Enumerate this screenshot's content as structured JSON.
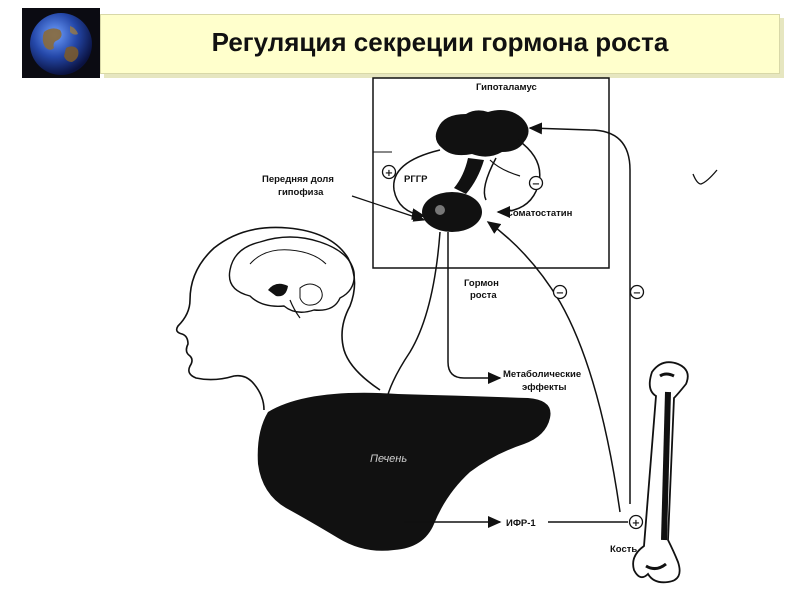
{
  "slide": {
    "title": "Регуляция секреции гормона роста"
  },
  "labels": {
    "hypothalamus": "Гипоталамус",
    "anterior_pituitary_line1": "Передняя доля",
    "anterior_pituitary_line2": "гипофиза",
    "rggr": "РГГР",
    "somatostatin": "Соматостатин",
    "growth_hormone_line1": "Гормон",
    "growth_hormone_line2": "роста",
    "metabolic_line1": "Метаболические",
    "metabolic_line2": "эффекты",
    "liver": "Печень",
    "igf1": "ИФР-1",
    "bone": "Кость"
  },
  "signs": {
    "plus": "+",
    "minus": "−"
  },
  "icons": {
    "globe": "globe-icon"
  },
  "colors": {
    "title_band": "#ffffcc",
    "ink": "#111111"
  }
}
